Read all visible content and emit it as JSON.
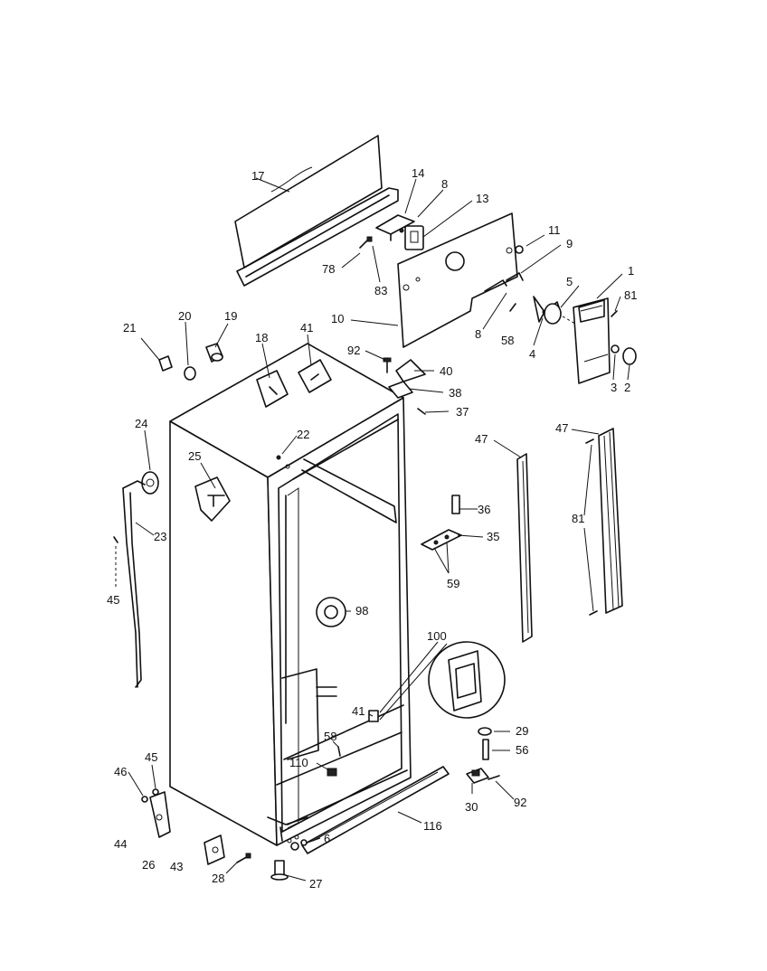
{
  "diagram": {
    "callouts": {
      "p17": "17",
      "p14": "14",
      "p8a": "8",
      "p13": "13",
      "p11": "11",
      "p9": "9",
      "p1": "1",
      "p5": "5",
      "p81a": "81",
      "p78": "78",
      "p83": "83",
      "p10": "10",
      "p8b": "8",
      "p58a": "58",
      "p4": "4",
      "p3": "3",
      "p2": "2",
      "p21": "21",
      "p20": "20",
      "p19": "19",
      "p18": "18",
      "p41a": "41",
      "p92a": "92",
      "p40": "40",
      "p38": "38",
      "p37": "37",
      "p24": "24",
      "p22": "22",
      "p25": "25",
      "p23": "23",
      "p45a": "45",
      "p47a": "47",
      "p47b": "47",
      "p36": "36",
      "p35": "35",
      "p59": "59",
      "p81b": "81",
      "p98": "98",
      "p100": "100",
      "p41b": "41",
      "p58b": "58",
      "p29": "29",
      "p56": "56",
      "p110": "110",
      "p45b": "45",
      "p46": "46",
      "p30": "30",
      "p92b": "92",
      "p116": "116",
      "p44": "44",
      "p26": "26",
      "p43": "43",
      "p6": "6",
      "p28": "28",
      "p27": "27"
    }
  }
}
